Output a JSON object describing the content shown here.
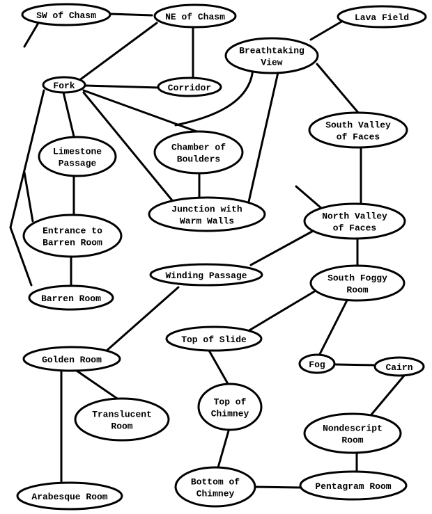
{
  "title": "Cave map",
  "nodes": [
    {
      "id": "sw-of-chasm",
      "lines": [
        "SW of Chasm"
      ]
    },
    {
      "id": "ne-of-chasm",
      "lines": [
        "NE of Chasm"
      ]
    },
    {
      "id": "lava-field",
      "lines": [
        "Lava Field"
      ]
    },
    {
      "id": "breathtaking-view",
      "lines": [
        "Breathtaking",
        "View"
      ]
    },
    {
      "id": "fork",
      "lines": [
        "Fork"
      ]
    },
    {
      "id": "corridor",
      "lines": [
        "Corridor"
      ]
    },
    {
      "id": "south-valley-of-faces",
      "lines": [
        "South Valley",
        "of Faces"
      ]
    },
    {
      "id": "limestone-passage",
      "lines": [
        "Limestone",
        "Passage"
      ]
    },
    {
      "id": "chamber-of-boulders",
      "lines": [
        "Chamber of",
        "Boulders"
      ]
    },
    {
      "id": "junction-with-warm-walls",
      "lines": [
        "Junction with",
        "Warm Walls"
      ]
    },
    {
      "id": "north-valley-of-faces",
      "lines": [
        "North Valley",
        "of Faces"
      ]
    },
    {
      "id": "entrance-to-barren-room",
      "lines": [
        "Entrance to",
        "Barren Room"
      ]
    },
    {
      "id": "winding-passage",
      "lines": [
        "Winding Passage"
      ]
    },
    {
      "id": "south-foggy-room",
      "lines": [
        "South Foggy",
        "Room"
      ]
    },
    {
      "id": "barren-room",
      "lines": [
        "Barren Room"
      ]
    },
    {
      "id": "top-of-slide",
      "lines": [
        "Top of Slide"
      ]
    },
    {
      "id": "fog",
      "lines": [
        "Fog"
      ]
    },
    {
      "id": "cairn",
      "lines": [
        "Cairn"
      ]
    },
    {
      "id": "golden-room",
      "lines": [
        "Golden Room"
      ]
    },
    {
      "id": "top-of-chimney",
      "lines": [
        "Top of",
        "Chimney"
      ]
    },
    {
      "id": "translucent-room",
      "lines": [
        "Translucent",
        "Room"
      ]
    },
    {
      "id": "nondescript-room",
      "lines": [
        "Nondescript",
        "Room"
      ]
    },
    {
      "id": "bottom-of-chimney",
      "lines": [
        "Bottom of",
        "Chimney"
      ]
    },
    {
      "id": "pentagram-room",
      "lines": [
        "Pentagram Room"
      ]
    },
    {
      "id": "arabesque-room",
      "lines": [
        "Arabesque Room"
      ]
    }
  ],
  "edges": [
    [
      "sw-of-chasm",
      "ne-of-chasm"
    ],
    [
      "sw-of-chasm",
      "offmap"
    ],
    [
      "ne-of-chasm",
      "fork"
    ],
    [
      "ne-of-chasm",
      "corridor"
    ],
    [
      "lava-field",
      "breathtaking-view"
    ],
    [
      "fork",
      "corridor"
    ],
    [
      "fork",
      "limestone-passage"
    ],
    [
      "fork",
      "chamber-of-boulders"
    ],
    [
      "fork",
      "junction-with-warm-walls"
    ],
    [
      "fork",
      "barren-room"
    ],
    [
      "fork",
      "entrance-to-barren-room"
    ],
    [
      "breathtaking-view",
      "fork"
    ],
    [
      "breathtaking-view",
      "junction-with-warm-walls"
    ],
    [
      "breathtaking-view",
      "south-valley-of-faces"
    ],
    [
      "chamber-of-boulders",
      "junction-with-warm-walls"
    ],
    [
      "limestone-passage",
      "entrance-to-barren-room"
    ],
    [
      "south-valley-of-faces",
      "north-valley-of-faces"
    ],
    [
      "north-valley-of-faces",
      "offmap"
    ],
    [
      "north-valley-of-faces",
      "winding-passage"
    ],
    [
      "north-valley-of-faces",
      "south-foggy-room"
    ],
    [
      "entrance-to-barren-room",
      "barren-room"
    ],
    [
      "winding-passage",
      "golden-room"
    ],
    [
      "south-foggy-room",
      "top-of-slide"
    ],
    [
      "south-foggy-room",
      "fog"
    ],
    [
      "fog",
      "cairn"
    ],
    [
      "cairn",
      "nondescript-room"
    ],
    [
      "golden-room",
      "translucent-room"
    ],
    [
      "golden-room",
      "arabesque-room"
    ],
    [
      "top-of-slide",
      "top-of-chimney"
    ],
    [
      "top-of-chimney",
      "bottom-of-chimney"
    ],
    [
      "nondescript-room",
      "pentagram-room"
    ],
    [
      "bottom-of-chimney",
      "pentagram-room"
    ]
  ]
}
